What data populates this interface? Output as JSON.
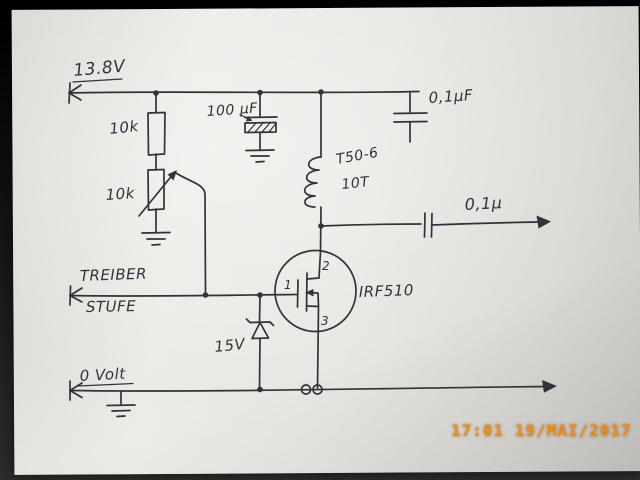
{
  "photo": {
    "timestamp": "17:01 19/MAI/2017"
  },
  "labels": {
    "supply": "13.8V",
    "r1": "10k",
    "r2": "10k",
    "bulk_cap": "100 µF",
    "decoupling_cap": "0,1µF",
    "inductor_core": "T50-6",
    "inductor_turns": "10T",
    "output_cap": "0,1µ",
    "mosfet": "IRF510",
    "pin_gate": "1",
    "pin_drain": "2",
    "pin_source": "3",
    "zener": "15V",
    "input_line1": "TREIBER",
    "input_line2": "STUFE",
    "ground_rail": "0 Volt"
  },
  "colors": {
    "ink": "#32323a",
    "timestamp": "#ef8d15",
    "paper": "#e9e7e3"
  }
}
